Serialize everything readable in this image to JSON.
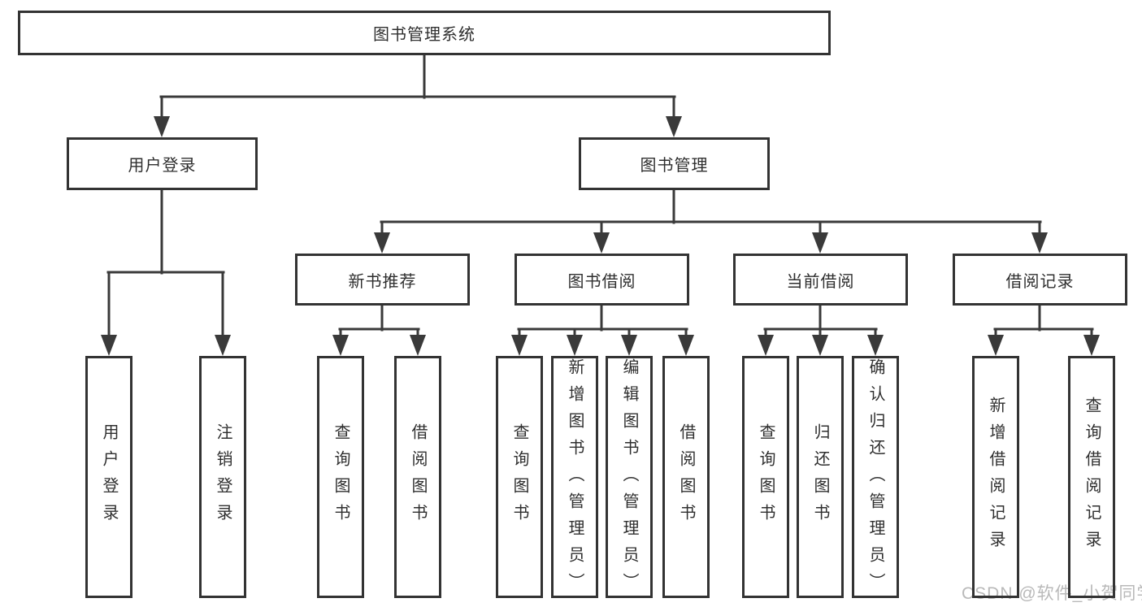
{
  "diagram": {
    "root": {
      "label": "图书管理系统"
    },
    "branches": [
      {
        "label": "用户登录",
        "children": [
          "用户登录",
          "注销登录"
        ]
      },
      {
        "label": "图书管理",
        "children": [
          {
            "label": "新书推荐",
            "children": [
              "查询图书",
              "借阅图书"
            ]
          },
          {
            "label": "图书借阅",
            "children": [
              "查询图书",
              "新增图书（管理员）",
              "编辑图书（管理员）",
              "借阅图书"
            ]
          },
          {
            "label": "当前借阅",
            "children": [
              "查询图书",
              "归还图书",
              "确认归还（管理员）"
            ]
          },
          {
            "label": "借阅记录",
            "children": [
              "新增借阅记录",
              "查询借阅记录"
            ]
          }
        ]
      }
    ]
  },
  "watermark": {
    "text": "CSDN @软件_小贺同学"
  },
  "colors": {
    "line": "#3a3a3a",
    "box_border": "#333333",
    "text": "#2f2f2f",
    "background": "#ffffff",
    "watermark": "#b9b9b9"
  }
}
